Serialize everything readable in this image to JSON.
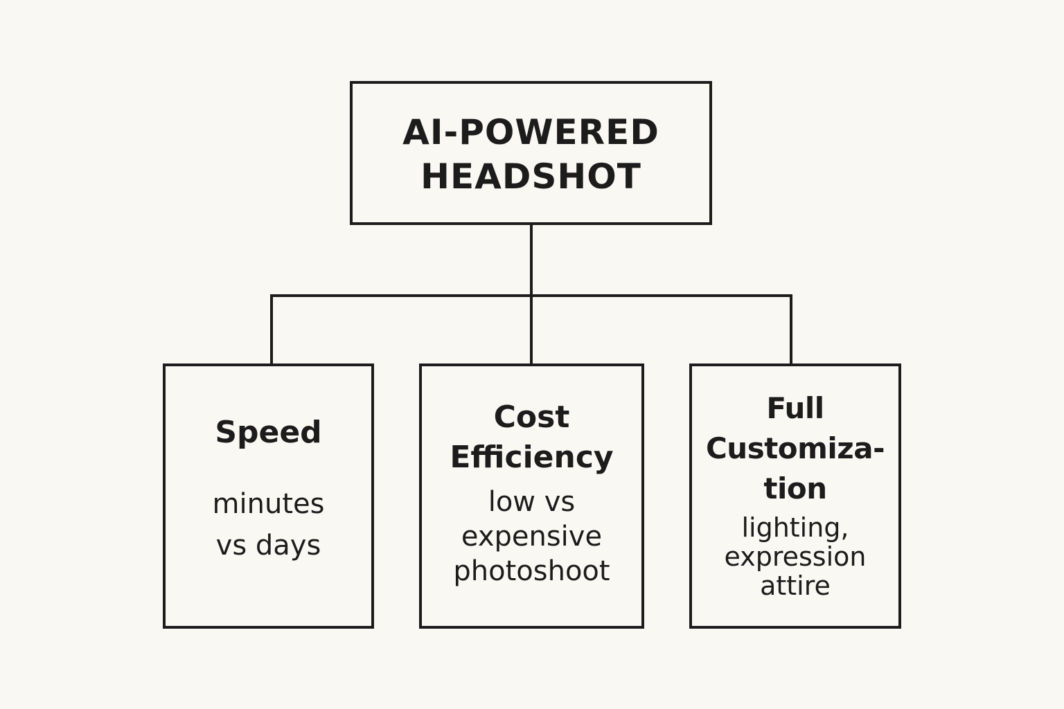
{
  "diagram": {
    "type": "hierarchy",
    "line_color": "#1c1c1c",
    "background": "#faf8f3",
    "root": {
      "title": "AI-POWERED\nHEADSHOT"
    },
    "children": [
      {
        "title": "Speed",
        "description": "minutes\nvs days"
      },
      {
        "title": "Cost\nEfficiency",
        "description": "low vs\nexpensive\nphotoshoot"
      },
      {
        "title": "Full\nCustomiza-\ntion",
        "description": "lighting,\nexpression\nattire"
      }
    ],
    "edges": [
      {
        "from": "root",
        "to": "children.0"
      },
      {
        "from": "root",
        "to": "children.1"
      },
      {
        "from": "root",
        "to": "children.2"
      }
    ]
  }
}
